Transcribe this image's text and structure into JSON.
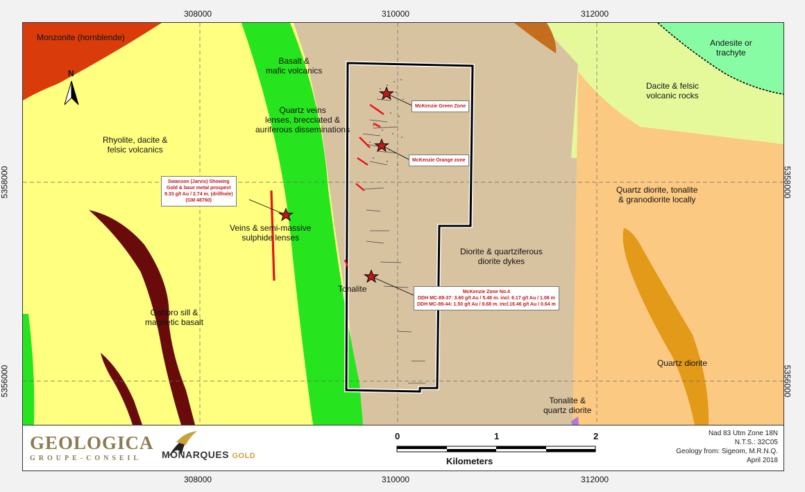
{
  "coords": {
    "easting": [
      "308000",
      "310000",
      "312000"
    ],
    "northing": [
      "5358000",
      "5356000"
    ]
  },
  "north_arrow": "N",
  "units": {
    "monzonite": "Monzonite (hornblende)",
    "basalt": "Basalt &\nmafic volcanics",
    "andesite": "Andesite or\ntrachyte",
    "dacite": "Dacite & felsic\nvolcanic rocks",
    "quartz_veins": "Quartz veins\nlenses, brecciated &\nauriferous disseminations",
    "rhyolite": "Rhyolite, dacite &\nfelsic volcanics",
    "quartz_diorite_tonalite": "Quartz diorite, tonalite\n& granodiorite locally",
    "veins_sulphide": "Veins & semi-massive\nsulphide lenses",
    "diorite": "Diorite & quartziferous\ndiorite dykes",
    "tonalite": "Tonalite",
    "gabbro": "Gabbro sill &\nmagnetic basalt",
    "quartz_diorite": "Quartz diorite",
    "tonalite_qd": "Tonalite &\nquartz diorite"
  },
  "callouts": {
    "green_zone": "McKenzie Green Zone",
    "orange_zone": "McKenzie Orange zone",
    "swanson": "Swanson (Jarvis) Showing\nGold & base metal prospect\n9.33 g/t Au / 2.74 m. (drillhole)\n(GM 48760)",
    "zone4": "McKenzie Zone No.4\nDDH MC-89-37: 3.60 g/t Au / 5.48 m. incl. 6.17 g/t Au / 1.06 m\nDDH MC-89-44: 1.50 g/t Au / 8.68 m. incl.16.46 g/t Au / 0.64 m"
  },
  "legend": {
    "geologica": "GEOLOGICA",
    "groupe": "GROUPE-CONSEIL",
    "monarques": "MONARQUES",
    "gold": "GOLD",
    "scale_ticks": [
      "0",
      "1",
      "2"
    ],
    "scale_unit": "Kilometers",
    "info": [
      "Nad 83 Utm Zone 18N",
      "N.T.S.: 32C05",
      "Geology from: Sigeom, M.R.N.Q.",
      "April 2018"
    ]
  },
  "colors": {
    "felsic_yellow": "#ffff80",
    "basalt_green": "#26e51f",
    "diorite_tan": "#d8c3a1",
    "dacite_lime": "#e6f99a",
    "andesite_mint": "#88fca5",
    "quartz_diorite_orange": "#fcc983",
    "monzonite_red": "#d93b0b",
    "gabbro_brown": "#6a0b0b",
    "qd_dyke_orange": "#e39a19",
    "vein_red": "#e8121a"
  }
}
